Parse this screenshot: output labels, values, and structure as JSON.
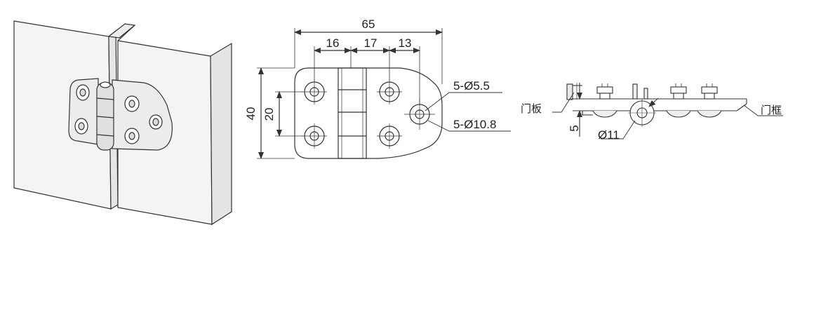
{
  "colors": {
    "line": "#333333",
    "panel": "#f4f4f4",
    "plate": "#e8e8e8",
    "background": "#ffffff"
  },
  "front_view": {
    "overall_width": "65",
    "segment_1": "16",
    "segment_2": "17",
    "segment_3": "13",
    "overall_height": "40",
    "hole_spacing": "20",
    "hole_callout": "5-Ø5.5",
    "counterbore_callout": "5-Ø10.8"
  },
  "side_view": {
    "door_panel_label": "门板",
    "door_frame_label": "门框",
    "thickness": "5",
    "pin_diameter": "Ø11"
  }
}
